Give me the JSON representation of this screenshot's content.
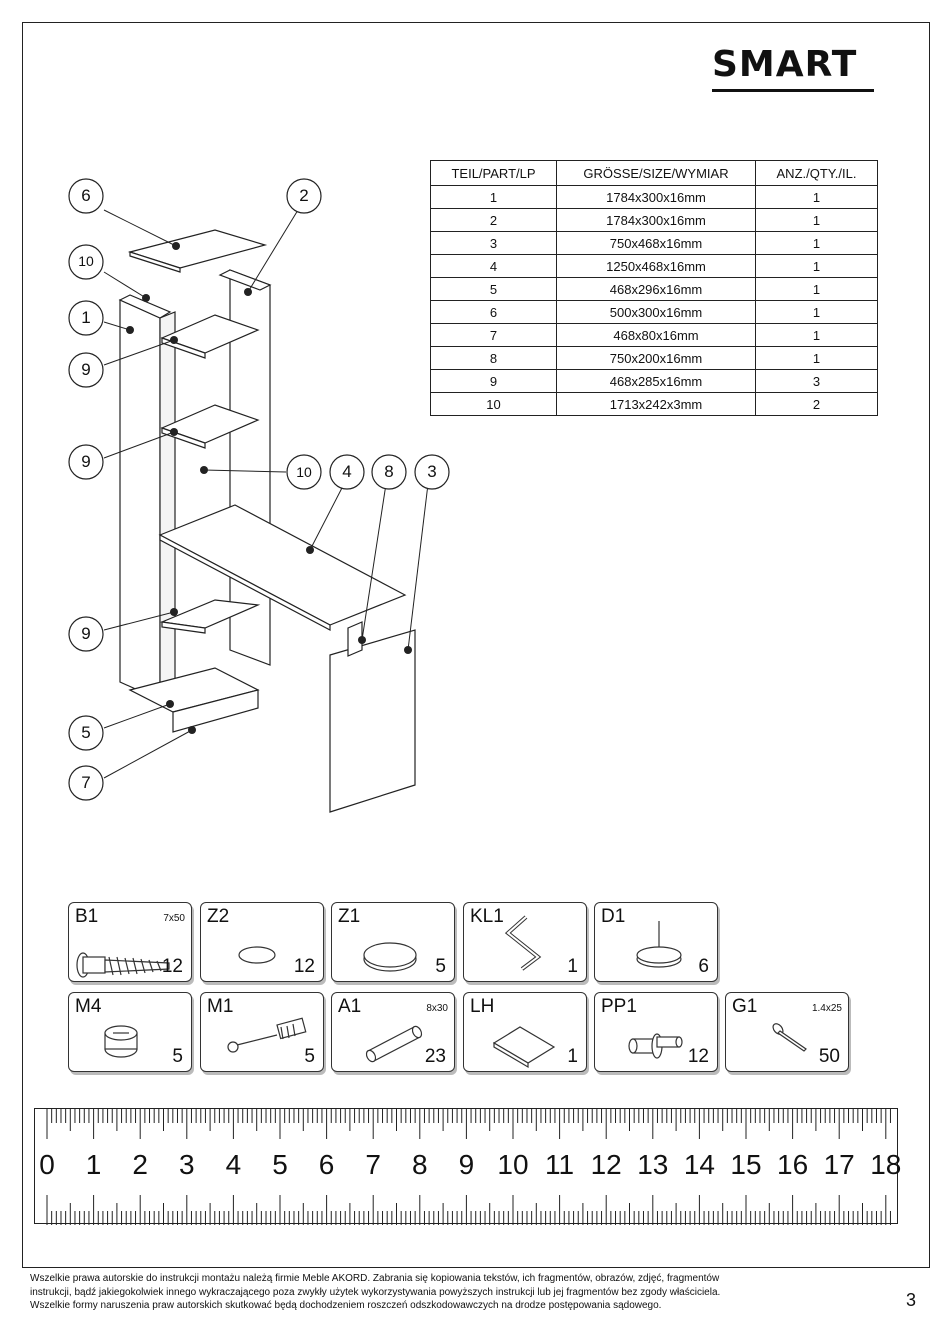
{
  "brand": "SMART",
  "parts_table": {
    "headers": [
      "TEIL/PART/LP",
      "GRÖSSE/SIZE/WYMIAR",
      "ANZ./QTY./IL."
    ],
    "rows": [
      [
        "1",
        "1784x300x16mm",
        "1"
      ],
      [
        "2",
        "1784x300x16mm",
        "1"
      ],
      [
        "3",
        "750x468x16mm",
        "1"
      ],
      [
        "4",
        "1250x468x16mm",
        "1"
      ],
      [
        "5",
        "468x296x16mm",
        "1"
      ],
      [
        "6",
        "500x300x16mm",
        "1"
      ],
      [
        "7",
        "468x80x16mm",
        "1"
      ],
      [
        "8",
        "750x200x16mm",
        "1"
      ],
      [
        "9",
        "468x285x16mm",
        "3"
      ],
      [
        "10",
        "1713x242x3mm",
        "2"
      ]
    ]
  },
  "callouts": [
    "6",
    "2",
    "10",
    "1",
    "9",
    "9",
    "10",
    "4",
    "8",
    "3",
    "9",
    "5",
    "7"
  ],
  "hardware": [
    {
      "code": "B1",
      "size": "7x50",
      "qty": "12",
      "icon": "confirmat-screw-icon"
    },
    {
      "code": "Z2",
      "size": "",
      "qty": "12",
      "icon": "small-cap-icon"
    },
    {
      "code": "Z1",
      "size": "",
      "qty": "5",
      "icon": "large-cap-icon"
    },
    {
      "code": "KL1",
      "size": "",
      "qty": "1",
      "icon": "hex-key-icon"
    },
    {
      "code": "D1",
      "size": "",
      "qty": "6",
      "icon": "glide-nail-icon"
    },
    {
      "code": "M4",
      "size": "",
      "qty": "5",
      "icon": "cam-lock-icon"
    },
    {
      "code": "M1",
      "size": "",
      "qty": "5",
      "icon": "cam-bolt-icon"
    },
    {
      "code": "A1",
      "size": "8x30",
      "qty": "23",
      "icon": "dowel-icon"
    },
    {
      "code": "LH",
      "size": "",
      "qty": "1",
      "icon": "connector-profile-icon"
    },
    {
      "code": "PP1",
      "size": "",
      "qty": "12",
      "icon": "shelf-pin-icon"
    },
    {
      "code": "G1",
      "size": "1.4x25",
      "qty": "50",
      "icon": "nail-icon"
    }
  ],
  "ruler": {
    "labels": [
      "0",
      "1",
      "2",
      "3",
      "4",
      "5",
      "6",
      "7",
      "8",
      "9",
      "10",
      "11",
      "12",
      "13",
      "14",
      "15",
      "16",
      "17",
      "18"
    ]
  },
  "footer": {
    "lines": [
      "Wszelkie prawa autorskie do instrukcji montażu należą firmie Meble AKORD. Zabrania się kopiowania tekstów, ich fragmentów, obrazów, zdjęć, fragmentów",
      "instrukcji, bądź jakiegokolwiek innego wykraczającego poza zwykły użytek wykorzystywania powyższych instrukcji lub jej fragmentów bez zgody właściciela.",
      "Wszelkie formy naruszenia praw autorskich skutkować będą dochodzeniem roszczeń odszkodowawczych na drodze postępowania sądowego."
    ],
    "page_number": "3"
  }
}
